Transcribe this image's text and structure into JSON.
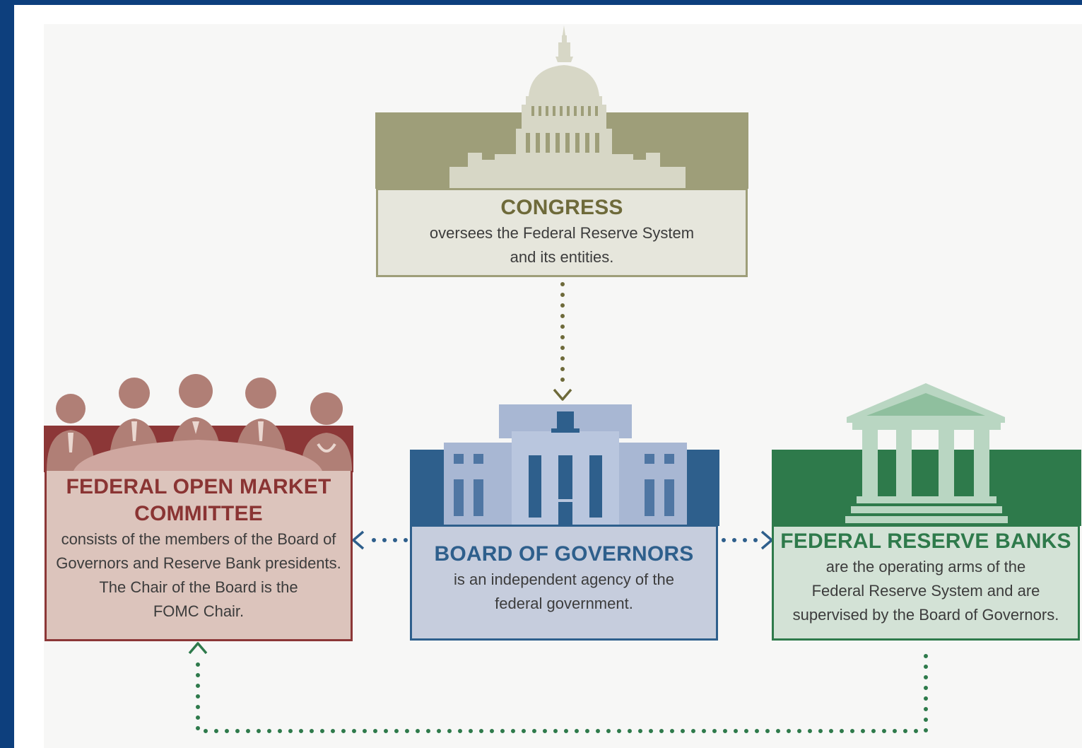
{
  "congress": {
    "title": "CONGRESS",
    "description": "oversees the Federal Reserve System\nand its entities."
  },
  "fomc": {
    "title": "FEDERAL OPEN MARKET COMMITTEE",
    "description": "consists of the members of the Board of\nGovernors and Reserve Bank presidents.\nThe Chair of the Board is the\nFOMC Chair."
  },
  "board": {
    "title": "BOARD OF GOVERNORS",
    "description": "is an independent agency of the\nfederal government."
  },
  "reserve_banks": {
    "title": "FEDERAL RESERVE BANKS",
    "description": "are the operating arms of the\nFederal Reserve System and are\nsupervised by the Board of Governors."
  },
  "colors": {
    "frame": "#0d3f7d",
    "congress": "#9e9e79",
    "fomc": "#8c3737",
    "board": "#2e5f8c",
    "reserve_banks": "#2e7a4b"
  }
}
